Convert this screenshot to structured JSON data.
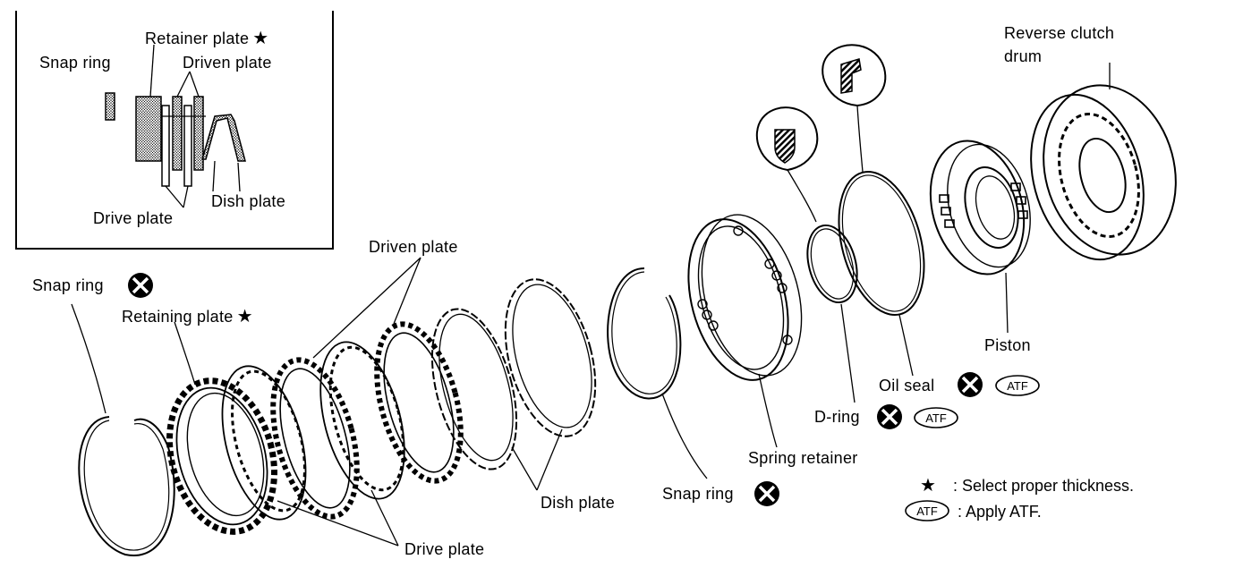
{
  "inset": {
    "labels": {
      "snap_ring": "Snap ring",
      "retainer_plate": "Retainer plate",
      "driven_plate": "Driven plate",
      "dish_plate": "Dish plate",
      "drive_plate": "Drive plate"
    }
  },
  "labels": {
    "snap_ring_left": "Snap ring",
    "retaining_plate": "Retaining plate",
    "driven_plate": "Driven plate",
    "drive_plate": "Drive plate",
    "dish_plate": "Dish plate",
    "snap_ring_mid": "Snap ring",
    "spring_retainer": "Spring retainer",
    "d_ring": "D-ring",
    "oil_seal": "Oil seal",
    "piston": "Piston",
    "reverse_clutch_drum": "Reverse clutch\ndrum"
  },
  "symbols": {
    "star": "★",
    "atf": "ATF"
  },
  "legend": {
    "star_text": ": Select proper thickness.",
    "atf_text": ": Apply ATF."
  },
  "colors": {
    "line": "#000000",
    "background": "#ffffff"
  },
  "icons": {
    "replace": "replace-part-icon",
    "grease_a": "grease-type-a-icon",
    "grease_b": "grease-type-b-icon"
  }
}
